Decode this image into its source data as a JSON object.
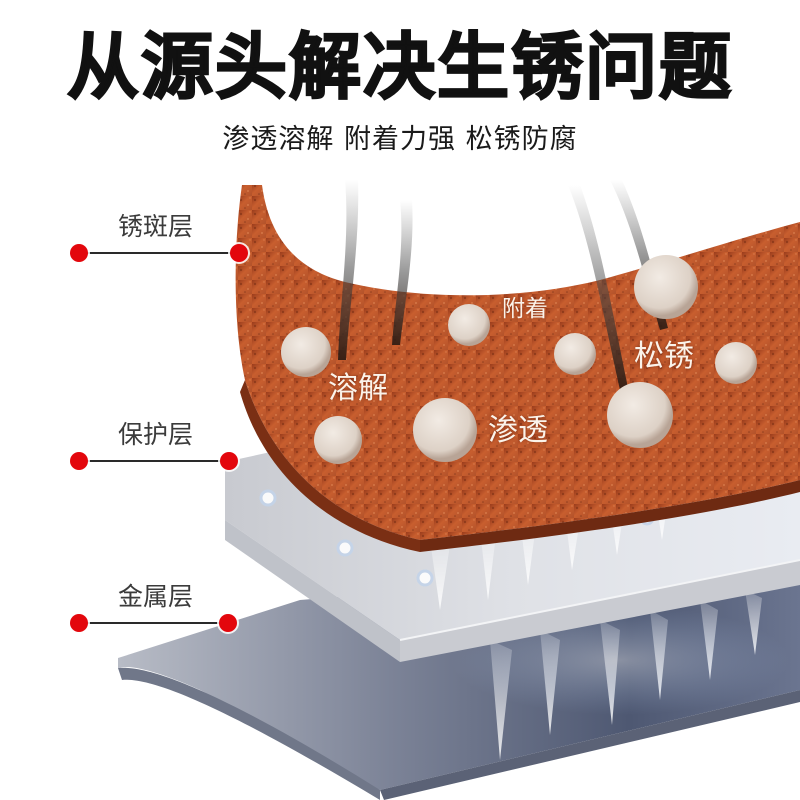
{
  "header": {
    "title": "从源头解决生锈问题",
    "subtitle": "渗透溶解 附着力强 松锈防腐"
  },
  "layers": [
    {
      "label": "锈斑层",
      "color": "#b9532b"
    },
    {
      "label": "保护层",
      "color": "#c9cbd0"
    },
    {
      "label": "金属层",
      "color": "#8a8fa0"
    }
  ],
  "rust_annotations": {
    "adhere": "附着",
    "dissolve": "溶解",
    "penetrate": "渗透",
    "loosen": "松锈"
  },
  "colors": {
    "callout_dot": "#e3070d",
    "rust": "#c0582d",
    "rust_dark": "#7a2f14",
    "plate_light": "#d5d7dc",
    "plate_dark": "#59627a",
    "arrow_glow": "#e8f2ff"
  }
}
